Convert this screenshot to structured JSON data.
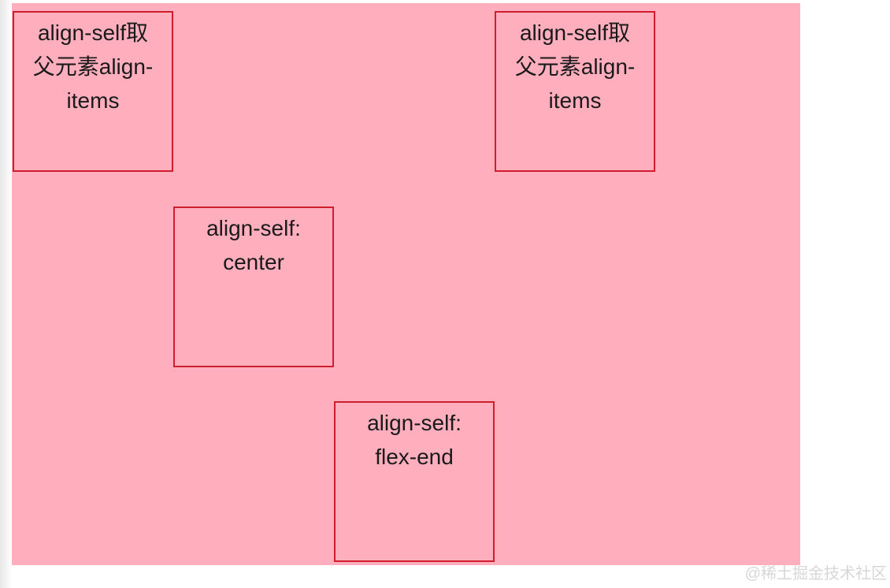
{
  "colors": {
    "page_bg": "#ffffff",
    "container_bg": "#ffaebe",
    "item_border": "#cf1f2c",
    "item_text": "#1a1a1a",
    "watermark": "#d7d7d7"
  },
  "flex_items": [
    {
      "label": "align-self取\n父元素align-\nitems"
    },
    {
      "label": "align-self:\ncenter"
    },
    {
      "label": "align-self:\nflex-end"
    },
    {
      "label": "align-self取\n父元素align-\nitems"
    }
  ],
  "watermark": {
    "text": "@稀土掘金技术社区"
  }
}
